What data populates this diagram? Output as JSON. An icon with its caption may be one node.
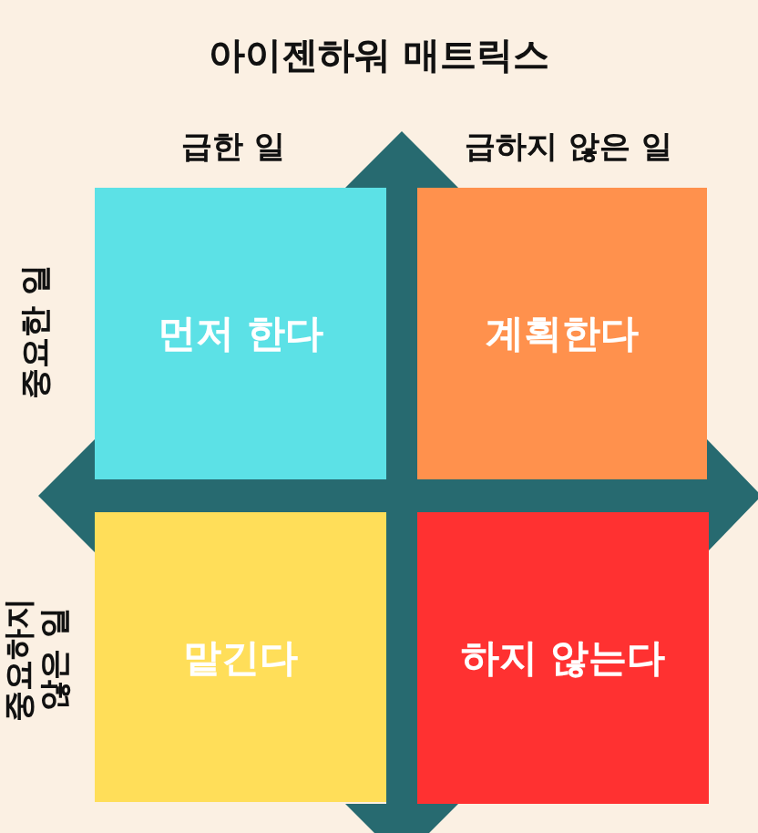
{
  "diagram": {
    "title": "아이젠하워 매트릭스",
    "nodes": [
      {
        "text": [
          "먼저 한다"
        ]
      },
      {
        "text": [
          "계획한다"
        ]
      },
      {
        "text": [
          "맡긴다"
        ]
      },
      {
        "text": [
          "하지 않는다"
        ]
      }
    ],
    "labels": [
      "급한 일",
      "급하지 않은 일",
      "중요한 일",
      "중요하지 않은 일"
    ]
  }
}
